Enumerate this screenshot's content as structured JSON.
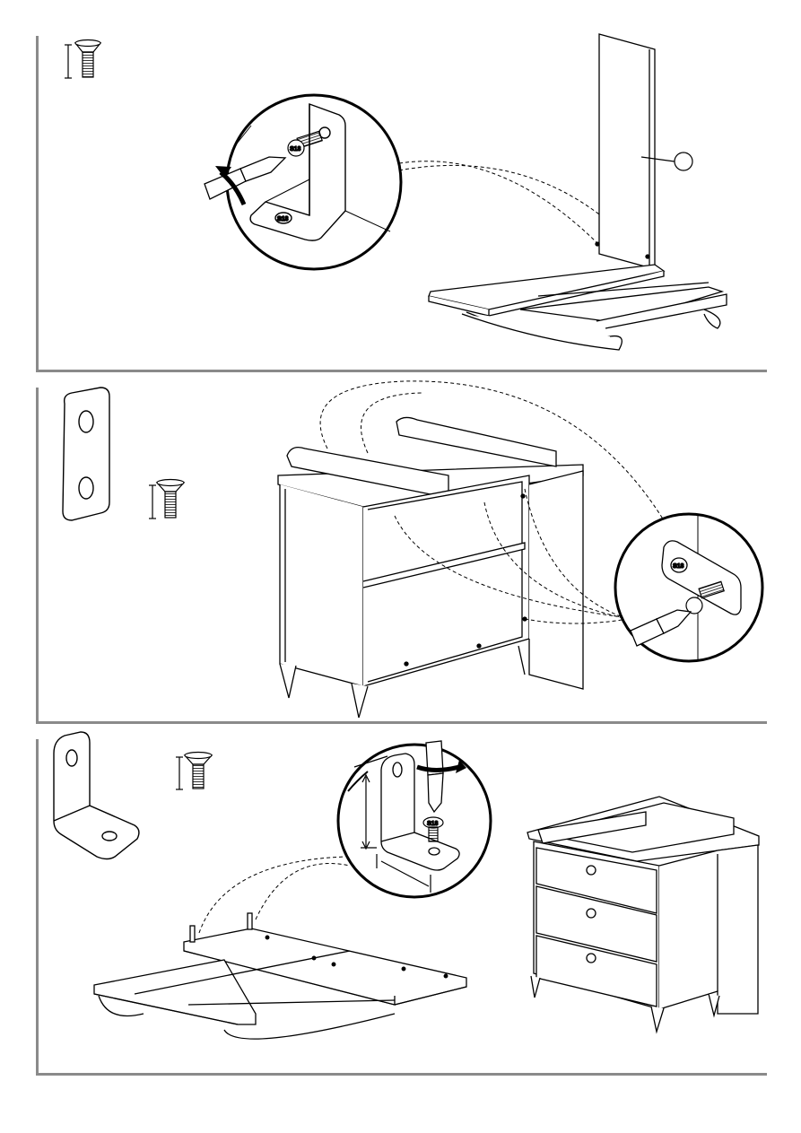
{
  "page": {
    "title": "",
    "steps": [
      {
        "id": "step-1",
        "screw_label": "S18",
        "part_label": "",
        "bracket_label": "S18"
      },
      {
        "id": "step-2",
        "screw_label": "S18"
      },
      {
        "id": "step-3",
        "screw_label": "S18"
      }
    ]
  },
  "colors": {
    "line": "#000000",
    "frame": "#8a8a8a",
    "fill": "#ffffff"
  },
  "icons": [
    "screw-icon",
    "screwdriver-icon",
    "l-bracket-icon",
    "flat-plate-icon",
    "rotation-arrow-icon",
    "dimension-arrow-icon",
    "part-callout-icon"
  ]
}
